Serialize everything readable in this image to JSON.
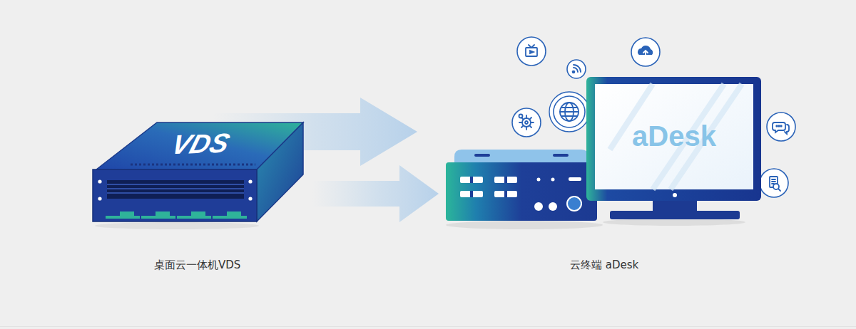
{
  "diagram": {
    "nodes": [
      {
        "text": [
          "VDS",
          "桌面云一体机VDS"
        ]
      },
      {
        "text": [
          "aDesk",
          "云终端 aDesk"
        ]
      }
    ],
    "edges": [
      {
        "from": 0,
        "to": 1,
        "arrow": "to"
      }
    ]
  }
}
